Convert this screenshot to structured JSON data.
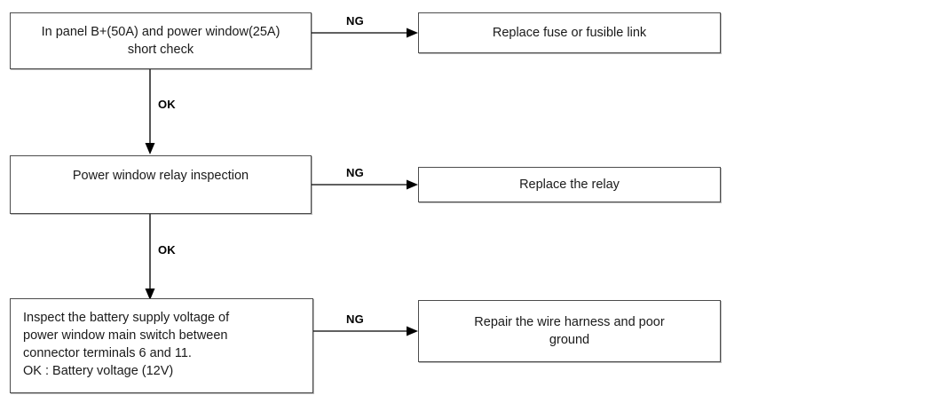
{
  "diagram": {
    "title": "Power window troubleshooting flowchart",
    "background_color": "#ffffff",
    "box_border_color": "#4c4c4c",
    "text_color": "#1a1a1a",
    "arrow_color": "#2b2b2b"
  },
  "nodes": {
    "step1": {
      "text": "In panel B+(50A) and power window(25A)\nshort check"
    },
    "step2": {
      "text": "Power window relay inspection"
    },
    "step3": {
      "text": "Inspect the battery supply voltage of\npower window main switch between\nconnector terminals 6 and 11.\nOK : Battery voltage (12V)"
    },
    "result1": {
      "text": "Replace fuse or fusible link"
    },
    "result2": {
      "text": "Replace the relay"
    },
    "result3": {
      "text": "Repair the wire harness and poor\nground"
    }
  },
  "edges": {
    "ng1": {
      "label": "NG"
    },
    "ng2": {
      "label": "NG"
    },
    "ng3": {
      "label": "NG"
    },
    "ok1": {
      "label": "OK"
    },
    "ok2": {
      "label": "OK"
    }
  }
}
